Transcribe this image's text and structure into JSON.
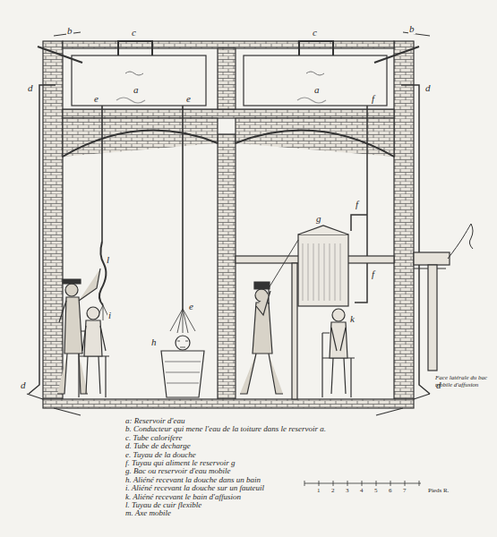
{
  "diagram": {
    "labels": [
      "b",
      "c",
      "b",
      "c",
      "a",
      "a",
      "d",
      "d",
      "e",
      "e",
      "f",
      "f",
      "f",
      "g",
      "l",
      "i",
      "e",
      "h",
      "k",
      "d",
      "d",
      "Face latérale du bac mobile d'affusion",
      "a: Reservoir d'eau",
      "b. Conducteur qui mene l'eau de la toiture dans le reservoir a.",
      "c. Tube calorifere",
      "d. Tube de decharge",
      "e. Tuyau de la douche",
      "f. Tuyau qui aliment le reservoir g",
      "g. Bac ou reservoir d'eau mobile",
      "h. Aliéné recevant la douche dans un bain",
      "i. Aliéné recevant la douche sur un fauteuil",
      "k. Aliéné recevant le bain d'affusion",
      "l. Tuyau de cuir flexible",
      "m. Axe mobile",
      "1",
      "2",
      "3",
      "4",
      "5",
      "6",
      "7",
      "Pieds R."
    ]
  }
}
